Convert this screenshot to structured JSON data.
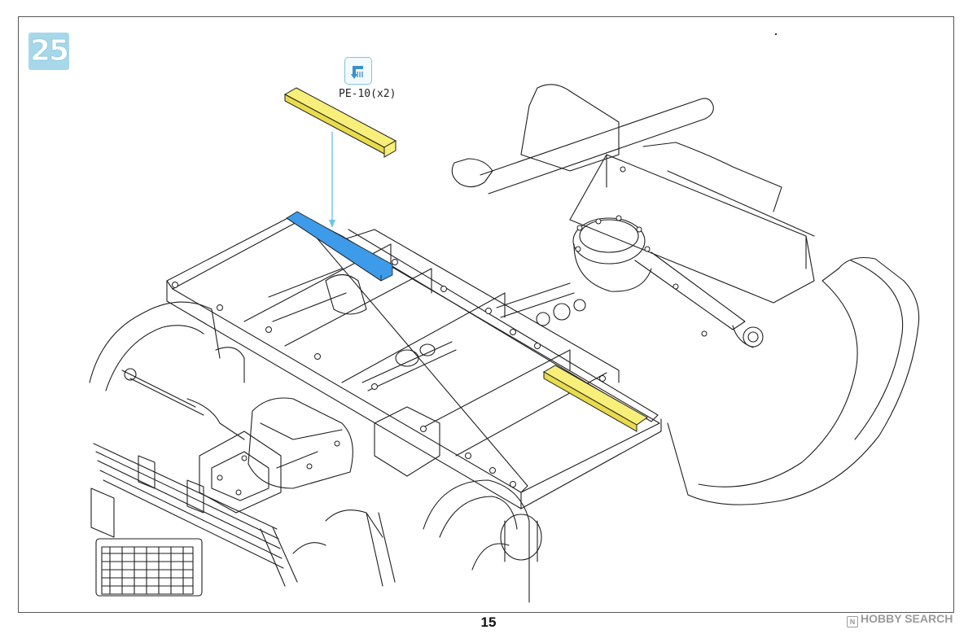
{
  "step": {
    "number": "25"
  },
  "part": {
    "label": "PE-10(x2)",
    "icon": "photo-etch-part-icon"
  },
  "page": {
    "number": "15"
  },
  "watermark": {
    "text": "HOBBY SEARCH",
    "icon": "hobby-search-logo-icon"
  },
  "colors": {
    "step_badge": "#a7d8ea",
    "part_highlight": "#f7ef7a",
    "location_highlight": "#3d9be9",
    "arrow": "#6ec3ee",
    "line": "#1e1e1e"
  }
}
